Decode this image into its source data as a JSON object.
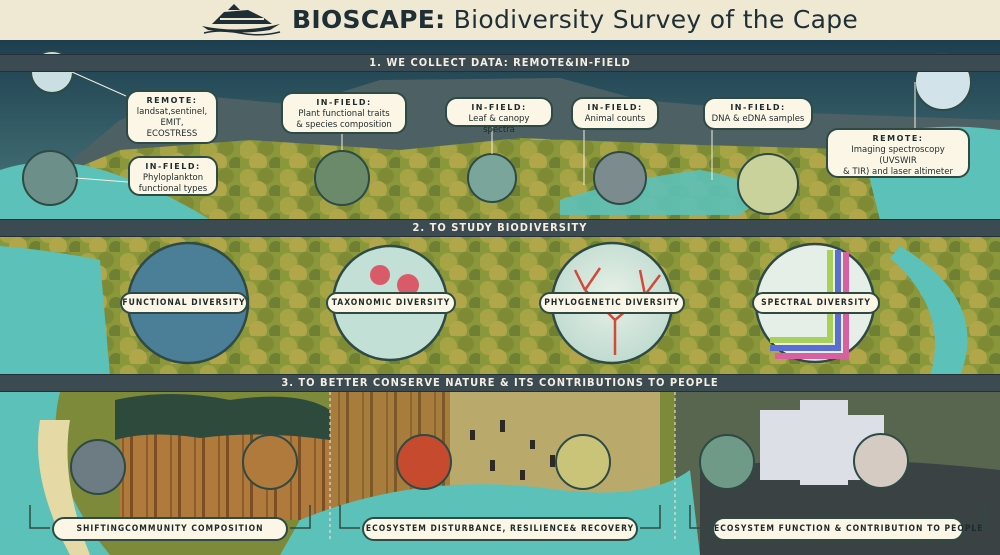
{
  "header": {
    "brand": "BIOSCAPE:",
    "subtitle": "Biodiversity Survey of the Cape",
    "logo_icon": "ship-logo-icon"
  },
  "section1": {
    "title": "1. WE COLLECT   DATA:  REMOTE&IN-FIELD",
    "callouts": [
      {
        "title": "REMOTE:",
        "lines": [
          "landsat,sentinel,",
          "EMIT, ECOSTRESS"
        ]
      },
      {
        "title": "IN-FIELD:",
        "lines": [
          "Phyloplankton",
          "functional types"
        ]
      },
      {
        "title": "IN-FIELD:",
        "lines": [
          "Plant functional traits",
          "& species composition"
        ]
      },
      {
        "title": "IN-FIELD:",
        "lines": [
          "Leaf & canopy spectra"
        ]
      },
      {
        "title": "IN-FIELD:",
        "lines": [
          "Animal    counts"
        ]
      },
      {
        "title": "IN-FIELD:",
        "lines": [
          "DNA & eDNA samples"
        ]
      },
      {
        "title": "REMOTE:",
        "lines": [
          "Imaging spectroscopy (UVSWIR",
          "& TIR) and laser altimeter"
        ]
      }
    ]
  },
  "section2": {
    "title": "2. TO STUDY BIODIVERSITY",
    "pills": [
      "FUNCTIONAL DIVERSITY",
      "TAXONOMIC DIVERSITY",
      "PHYLOGENETIC DIVERSITY",
      "SPECTRAL DIVERSITY"
    ]
  },
  "section3": {
    "title": "3. TO BETTER CONSERVE NATURE & ITS CONTRIBUTIONS TO PEOPLE",
    "pills": [
      "SHIFTINGCOMMUNITY COMPOSITION",
      "ECOSYSTEM DISTURBANCE, RESILIENCE& RECOVERY",
      "ECOSYSTEM FUNCTION & CONTRIBUTION TO PEOPLE"
    ]
  },
  "colors": {
    "sky": "#2f5f6c",
    "sea": "#5cc1b8",
    "land": "#8d9a3a",
    "band": "#3c4a52",
    "cream": "#fbf6e6",
    "outline": "#2e4a44"
  }
}
